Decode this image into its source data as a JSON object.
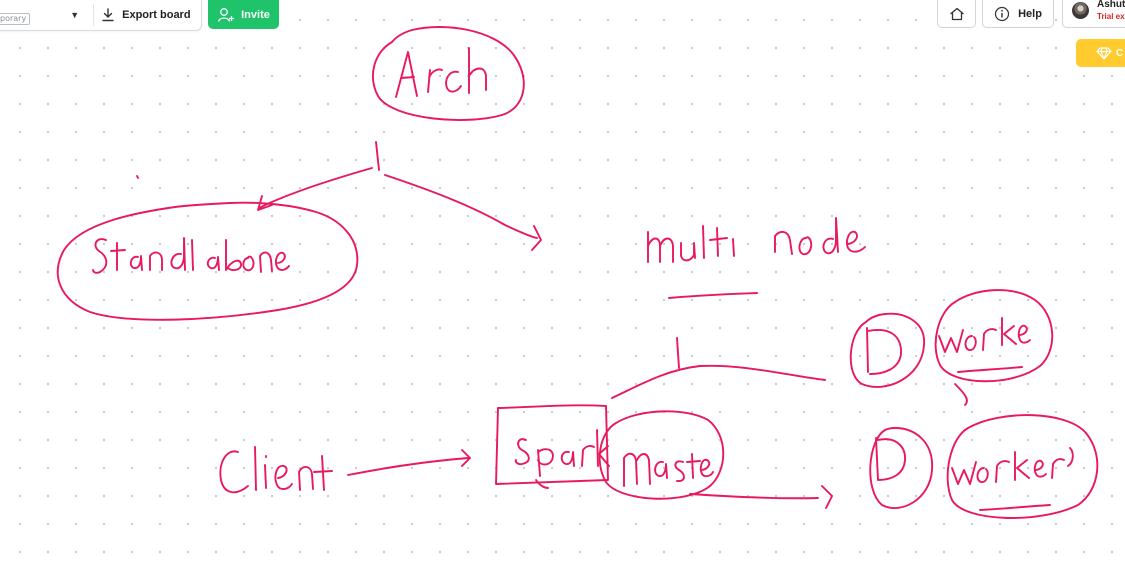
{
  "toolbar": {
    "board_tag": "porary",
    "export_label": "Export board",
    "invite_label": "Invite"
  },
  "header": {
    "help_label": "Help",
    "user_name": "Ashuto",
    "trial_text": "Trial exp",
    "upgrade_label": "C"
  },
  "icons": {
    "dropdown": "chevron-down-icon",
    "export": "download-icon",
    "invite": "add-user-icon",
    "home": "home-icon",
    "help": "info-icon",
    "upgrade": "diamond-icon"
  },
  "colors": {
    "ink": "#e8195c",
    "invite": "#1fc36a",
    "upgrade": "#ffcb2f",
    "trial": "#e02424"
  },
  "board": {
    "words": {
      "arch": "Arch",
      "standalone": "Standalone",
      "multinode": "multi node",
      "client": "Client",
      "spark": "spark",
      "master": "master",
      "worker_top": "worker",
      "worker_bottom": "workers"
    }
  }
}
